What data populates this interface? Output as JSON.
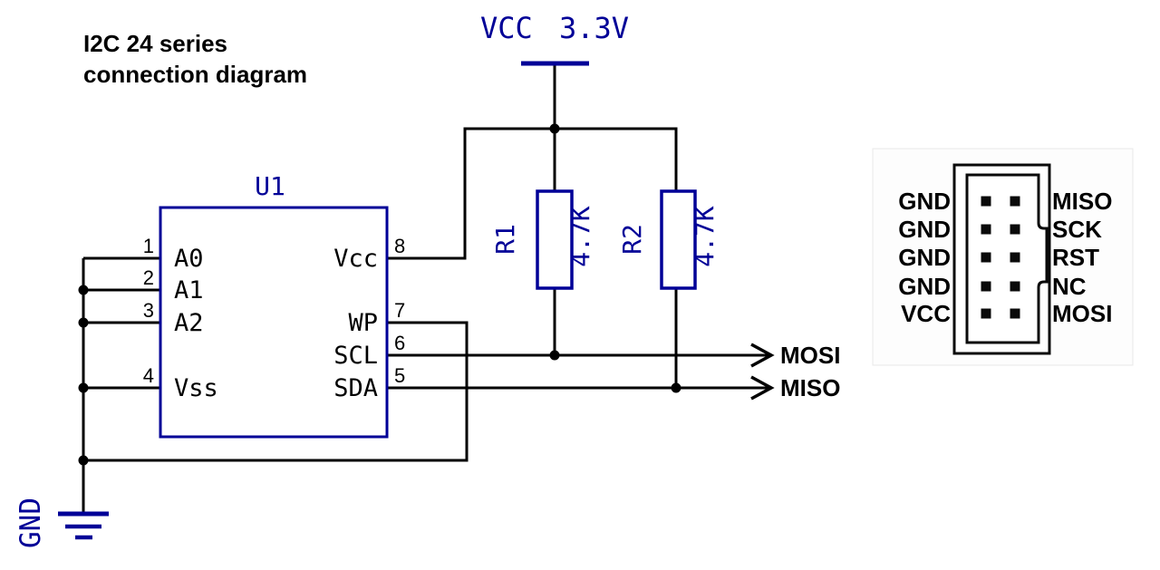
{
  "title": {
    "line1": "I2C 24 series",
    "line2": "connection diagram"
  },
  "power": {
    "vcc_label": "VCC 3.3V",
    "gnd_label": "GND"
  },
  "chip": {
    "ref": "U1",
    "left_pins": [
      {
        "number": "1",
        "name": "A0"
      },
      {
        "number": "2",
        "name": "A1"
      },
      {
        "number": "3",
        "name": "A2"
      },
      {
        "number": "4",
        "name": "Vss"
      }
    ],
    "right_pins": [
      {
        "number": "8",
        "name": "Vcc"
      },
      {
        "number": "7",
        "name": "WP"
      },
      {
        "number": "6",
        "name": "SCL"
      },
      {
        "number": "5",
        "name": "SDA"
      }
    ]
  },
  "resistors": [
    {
      "ref": "R1",
      "value": "4.7K"
    },
    {
      "ref": "R2",
      "value": "4.7K"
    }
  ],
  "signals": [
    {
      "label": "MOSI"
    },
    {
      "label": "MISO"
    }
  ],
  "connector": {
    "left_labels": [
      "GND",
      "GND",
      "GND",
      "GND",
      "VCC"
    ],
    "right_labels": [
      "MISO",
      "SCK",
      "RST",
      "NC",
      "MOSI"
    ]
  },
  "colors": {
    "schematic_blue": "#000097",
    "wire_black": "#000000"
  }
}
